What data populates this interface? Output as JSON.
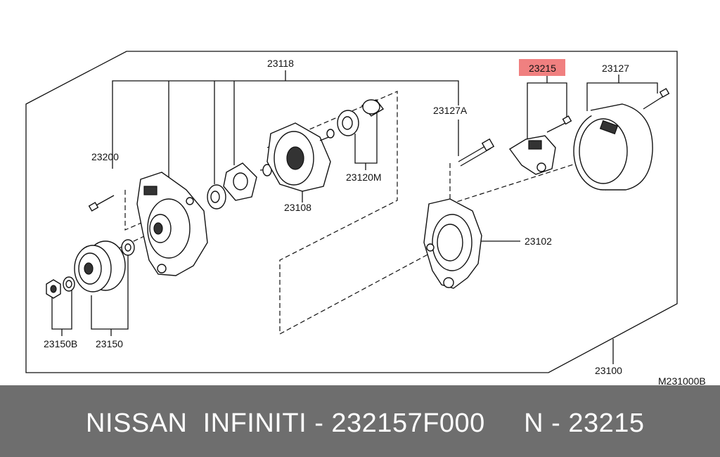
{
  "diagram": {
    "highlight_color": "#f08080",
    "labels": {
      "l23118": "23118",
      "l23215": "23215",
      "l23127": "23127",
      "l23127A": "23127A",
      "l23200": "23200",
      "l23120M": "23120M",
      "l23108": "23108",
      "l23102": "23102",
      "l23150B": "23150B",
      "l23150": "23150",
      "l23100": "23100",
      "ref": "M231000B"
    }
  },
  "footer": {
    "text": "NISSAN  INFINITI - 232157F000     N - 23215",
    "background": "#6e6e6e"
  }
}
